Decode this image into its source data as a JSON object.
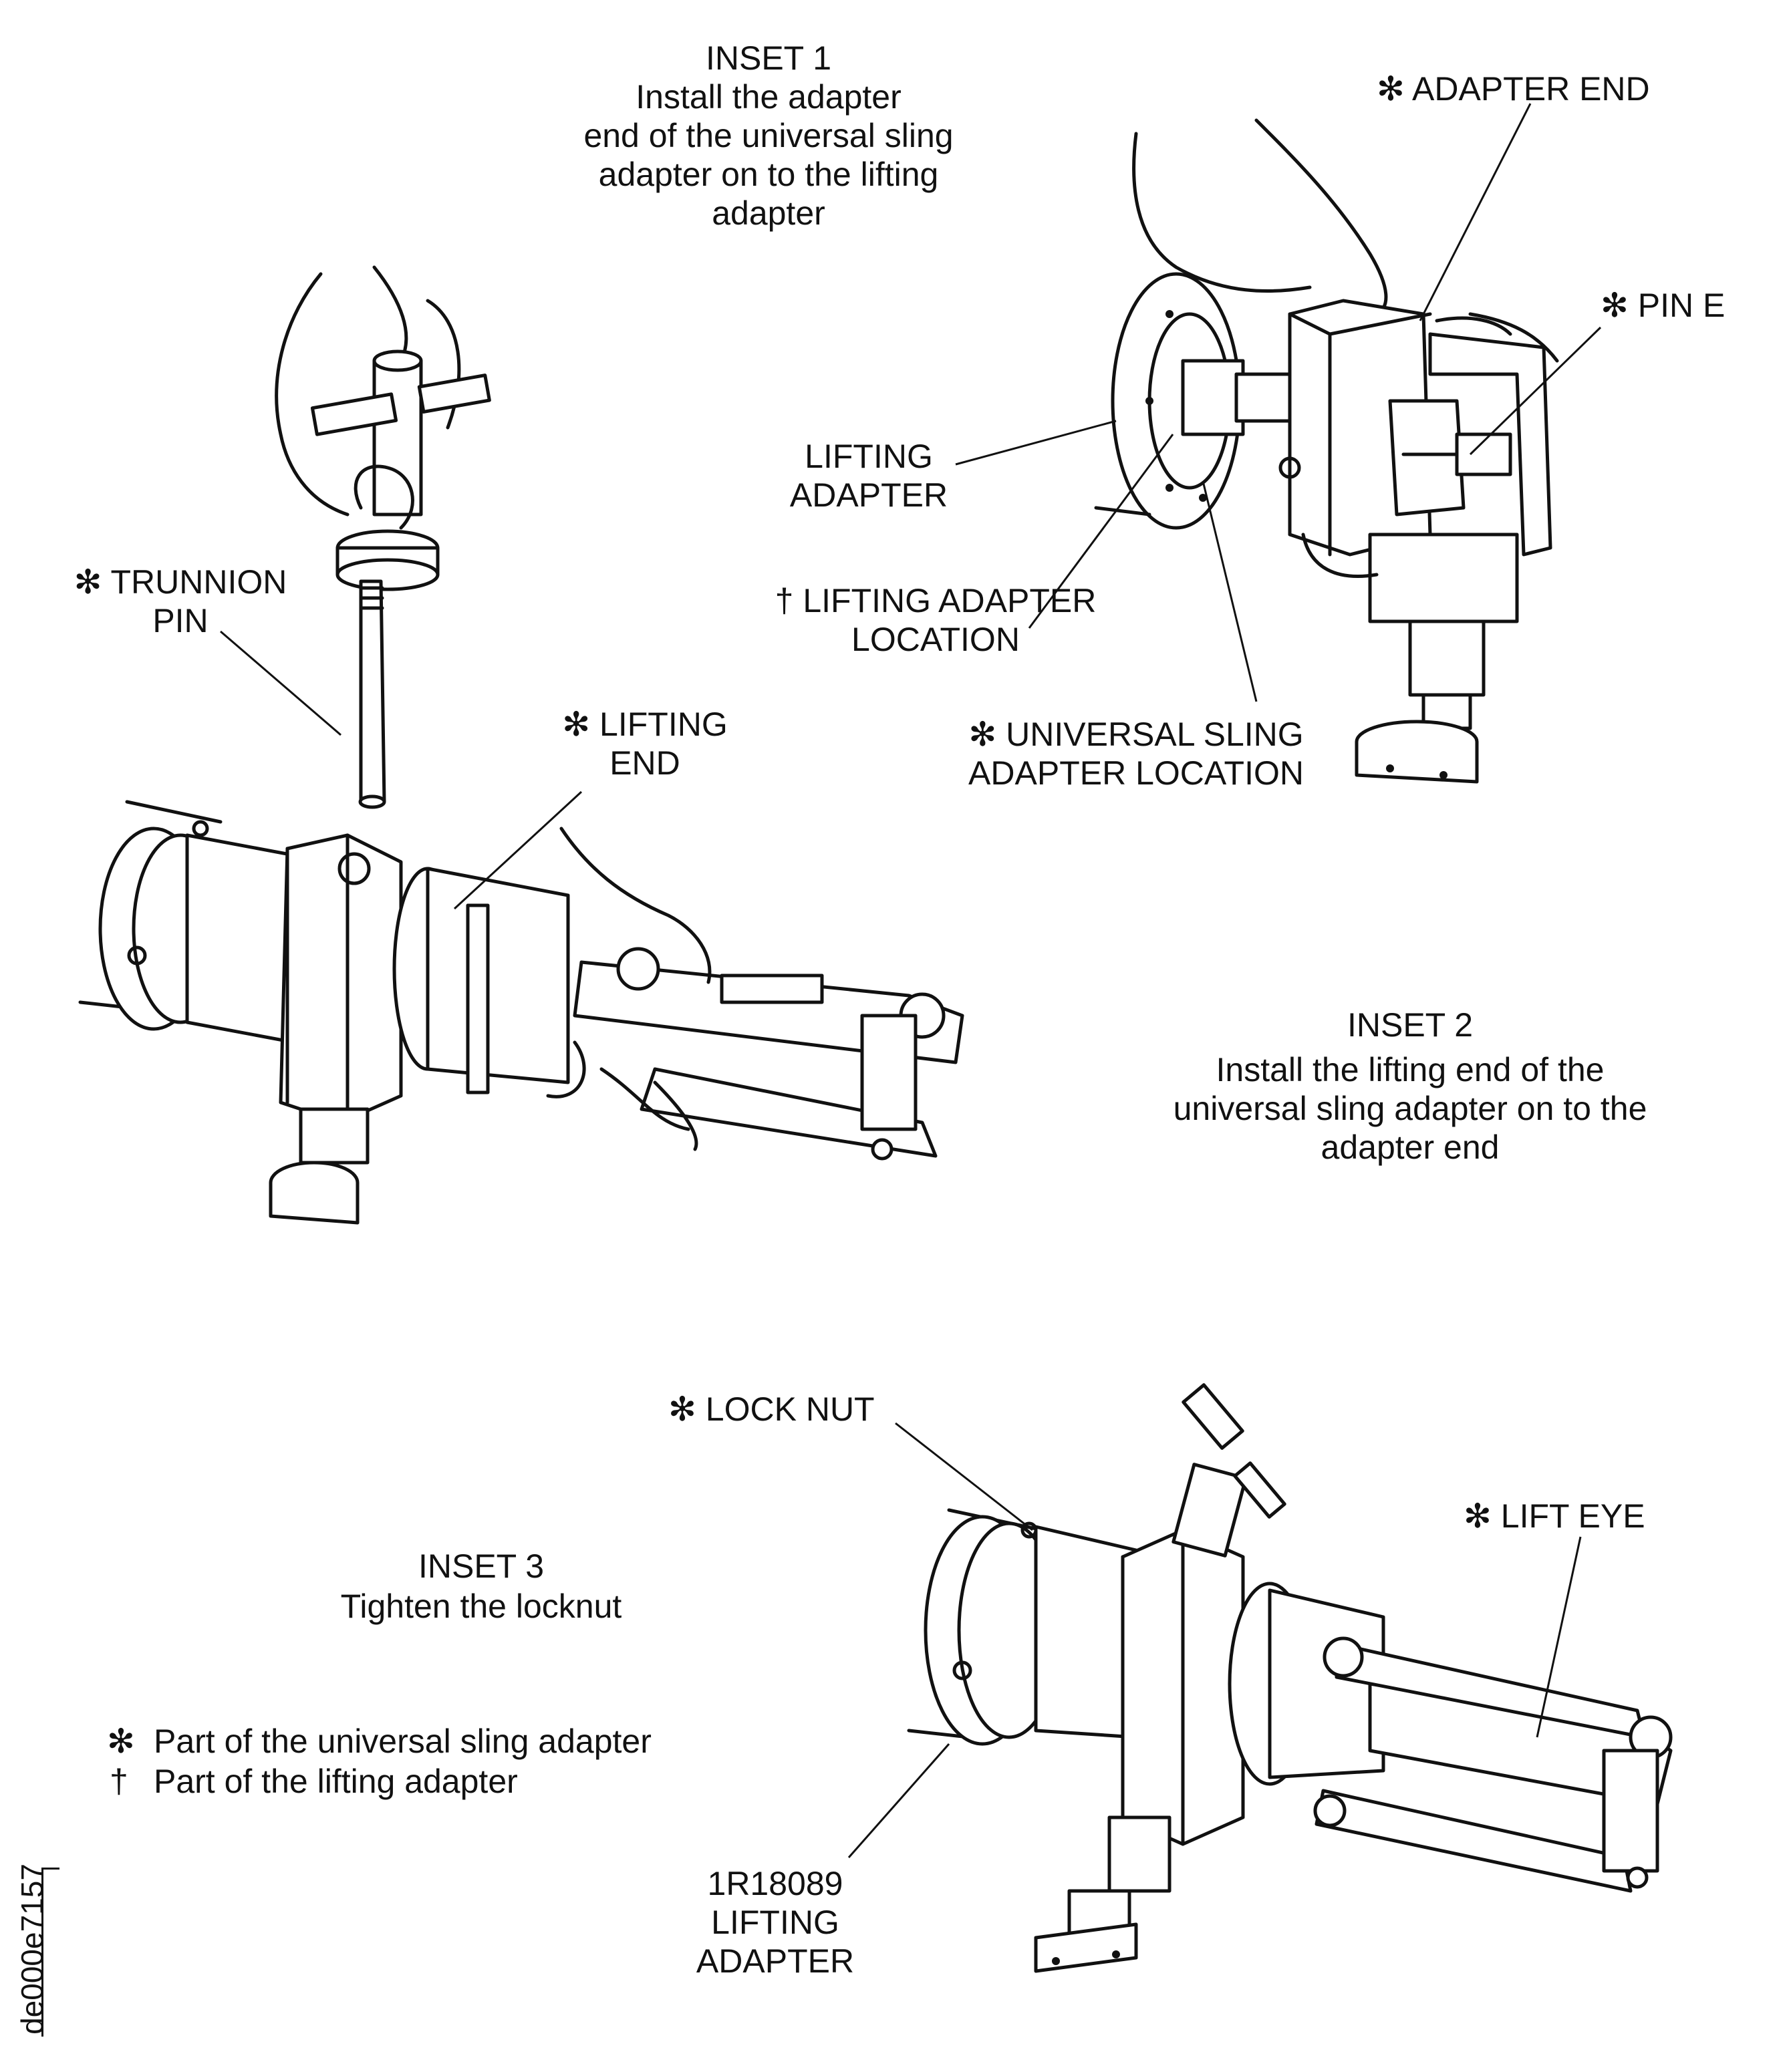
{
  "insets": [
    {
      "title": "INSET 1",
      "lines": [
        "Install the adapter",
        "end of the universal sling",
        "adapter on to the lifting",
        "adapter"
      ]
    },
    {
      "title": "INSET 2",
      "lines": [
        "Install the lifting end of the",
        "universal sling adapter on to the",
        "adapter end"
      ]
    },
    {
      "title": "INSET 3",
      "lines": [
        "Tighten the locknut"
      ]
    }
  ],
  "callouts": {
    "adapter_end": "✻ ADAPTER END",
    "pin_e": "✻ PIN E",
    "lifting_adapter": [
      "LIFTING",
      "ADAPTER"
    ],
    "lifting_adapter_location": [
      "† LIFTING ADAPTER",
      "LOCATION"
    ],
    "universal_sling_adapter_location": [
      "✻ UNIVERSAL SLING",
      "ADAPTER LOCATION"
    ],
    "trunnion_pin": [
      "✻ TRUNNION",
      "PIN"
    ],
    "lifting_end": [
      "✻ LIFTING",
      "END"
    ],
    "lock_nut": "✻ LOCK NUT",
    "lift_eye": "✻ LIFT EYE",
    "part_number_label": [
      "1R18089",
      "LIFTING",
      "ADAPTER"
    ]
  },
  "legend": [
    {
      "symbol": "✻",
      "text": "Part of the universal sling adapter"
    },
    {
      "symbol": "†",
      "text": "Part of the lifting adapter"
    }
  ],
  "figure_id": "de000e7157"
}
